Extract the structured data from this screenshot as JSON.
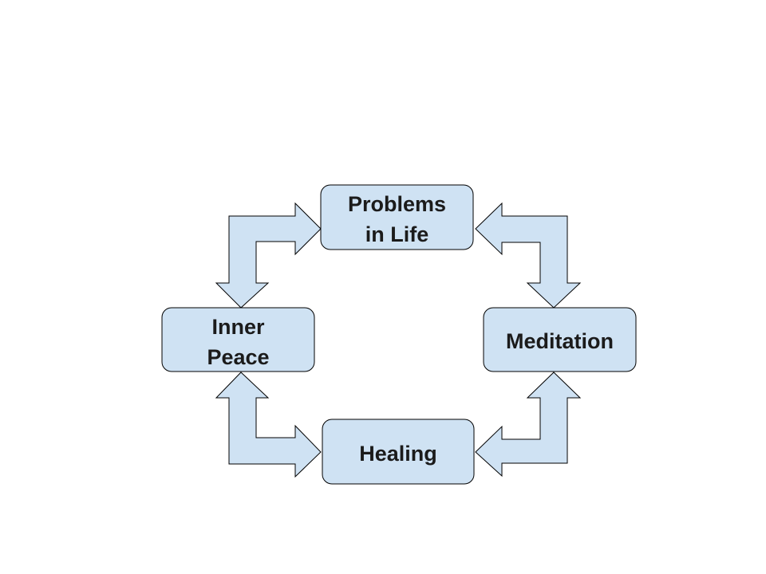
{
  "diagram": {
    "colors": {
      "fill": "#cfe2f3",
      "stroke": "#000000",
      "text": "#1b1b1b"
    },
    "nodes": {
      "problems": {
        "line1": "Problems",
        "line2": "in Life"
      },
      "inner_peace": {
        "line1": "Inner",
        "line2": "Peace"
      },
      "meditation": {
        "label": "Meditation"
      },
      "healing": {
        "label": "Healing"
      }
    },
    "connections": [
      {
        "from": "Problems in Life",
        "to": "Meditation",
        "direction": "both"
      },
      {
        "from": "Meditation",
        "to": "Healing",
        "direction": "both"
      },
      {
        "from": "Healing",
        "to": "Inner Peace",
        "direction": "both"
      },
      {
        "from": "Inner Peace",
        "to": "Problems in Life",
        "direction": "both"
      }
    ]
  }
}
